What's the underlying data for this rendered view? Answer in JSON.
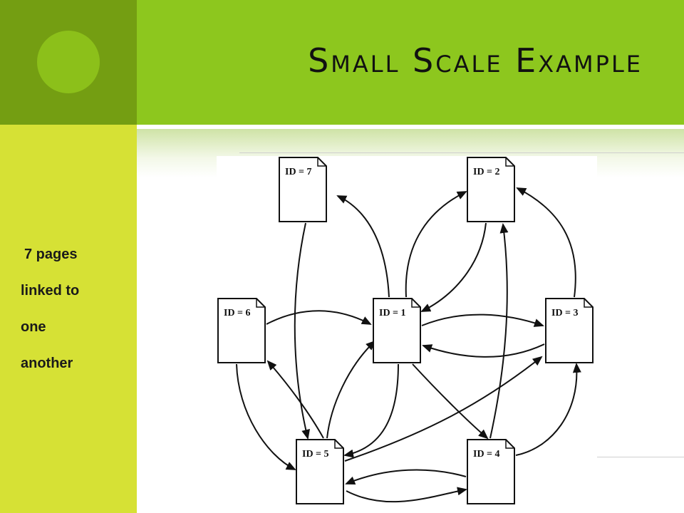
{
  "slide": {
    "title": "Small Scale Example",
    "bullet_lines": [
      "7 pages",
      "linked to",
      "one",
      "another"
    ]
  },
  "colors": {
    "corner_block": "#749e12",
    "corner_circle": "#8cc01a",
    "title_bar": "#8dc71e",
    "left_panel": "#d6e135",
    "arrow": "#111111"
  },
  "diagram": {
    "nodes": [
      {
        "id": "7",
        "label": "ID = 7"
      },
      {
        "id": "2",
        "label": "ID = 2"
      },
      {
        "id": "6",
        "label": "ID = 6"
      },
      {
        "id": "1",
        "label": "ID = 1"
      },
      {
        "id": "3",
        "label": "ID = 3"
      },
      {
        "id": "5",
        "label": "ID = 5"
      },
      {
        "id": "4",
        "label": "ID = 4"
      }
    ],
    "edges": [
      {
        "from": "7",
        "to": "5"
      },
      {
        "from": "1",
        "to": "7"
      },
      {
        "from": "1",
        "to": "2"
      },
      {
        "from": "2",
        "to": "1"
      },
      {
        "from": "3",
        "to": "2"
      },
      {
        "from": "6",
        "to": "1"
      },
      {
        "from": "1",
        "to": "3"
      },
      {
        "from": "3",
        "to": "1"
      },
      {
        "from": "6",
        "to": "5"
      },
      {
        "from": "5",
        "to": "6"
      },
      {
        "from": "5",
        "to": "1"
      },
      {
        "from": "1",
        "to": "5"
      },
      {
        "from": "1",
        "to": "4"
      },
      {
        "from": "4",
        "to": "2"
      },
      {
        "from": "5",
        "to": "3"
      },
      {
        "from": "4",
        "to": "3"
      },
      {
        "from": "4",
        "to": "5"
      },
      {
        "from": "5",
        "to": "4"
      }
    ]
  }
}
